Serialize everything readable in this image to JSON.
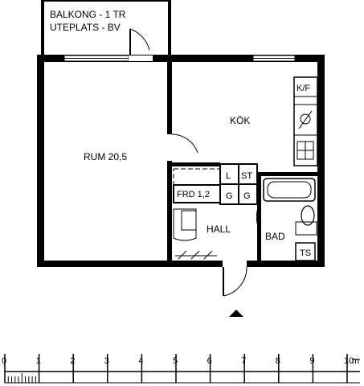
{
  "plan": {
    "rooms": {
      "balcony_line1": "BALKONG - 1 TR",
      "balcony_line2": "UTEPLATS - BV",
      "living": "RUM 20,5",
      "kitchen": "KÖK",
      "kitchen_fixture": "K/F",
      "hall": "HALL",
      "bath": "BAD",
      "closet": "FRD 1,2",
      "storage_l": "L",
      "storage_st": "ST",
      "storage_g1": "G",
      "storage_g2": "G",
      "ts": "TS"
    },
    "scale": {
      "ticks": [
        "0",
        "1",
        "2",
        "3",
        "4",
        "5",
        "6",
        "7",
        "8",
        "9",
        "10"
      ],
      "unit": "m"
    }
  }
}
